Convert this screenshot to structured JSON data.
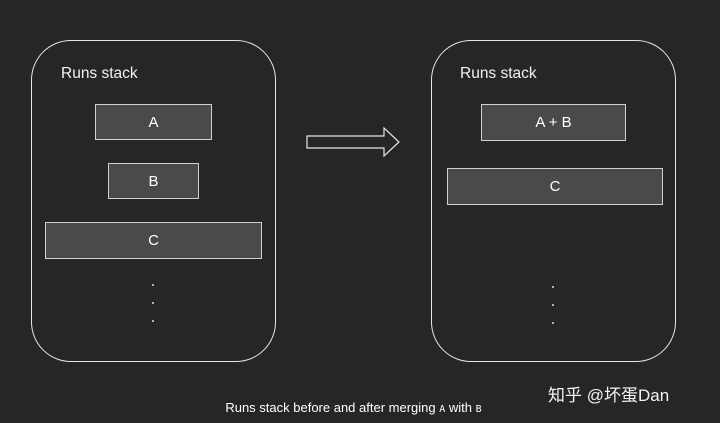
{
  "diagram": {
    "before": {
      "title": "Runs stack",
      "blocks": [
        "A",
        "B",
        "C"
      ],
      "ellipsis": ". . ."
    },
    "after": {
      "title": "Runs stack",
      "blocks": [
        "A + B",
        "C"
      ],
      "ellipsis": ". . ."
    },
    "arrow_direction": "right"
  },
  "caption": {
    "prefix": "Runs stack before and after merging",
    "first": "A",
    "middle": "with",
    "second": "B"
  },
  "watermark": "知乎 @坏蛋Dan",
  "colors": {
    "background": "#262626",
    "block_fill": "#4a4a4a",
    "outline": "#e6e6e6"
  }
}
